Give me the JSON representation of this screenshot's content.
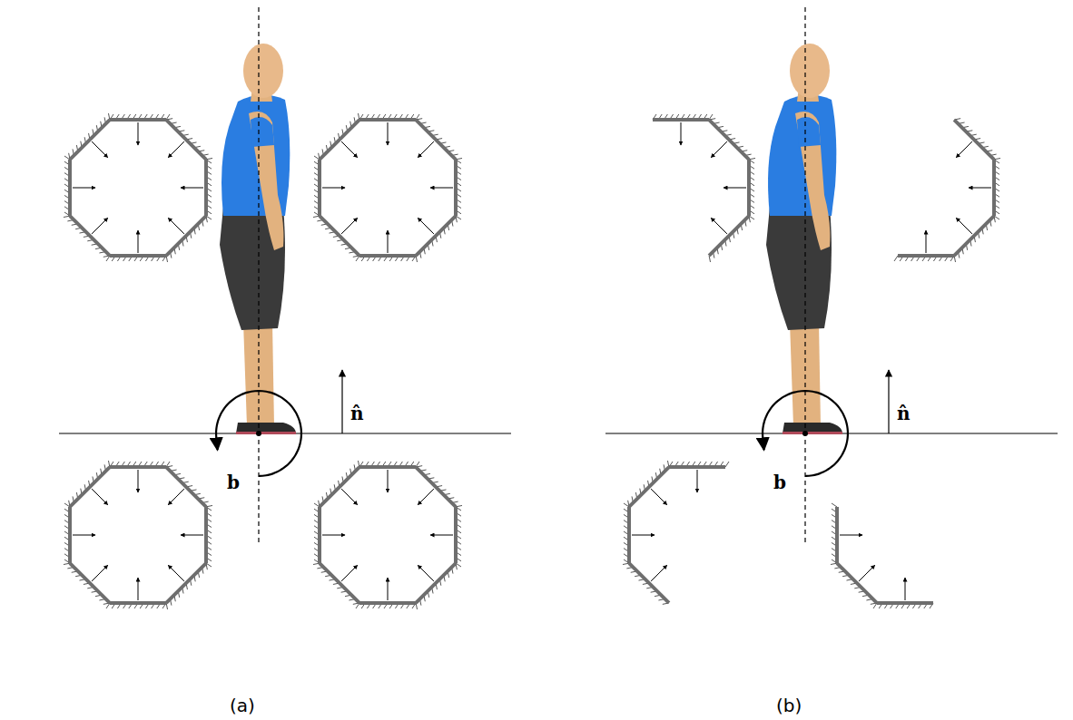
{
  "diagram": {
    "labels": [
      "n̂",
      "b",
      "(a)",
      "n̂",
      "b",
      "(b)"
    ]
  }
}
